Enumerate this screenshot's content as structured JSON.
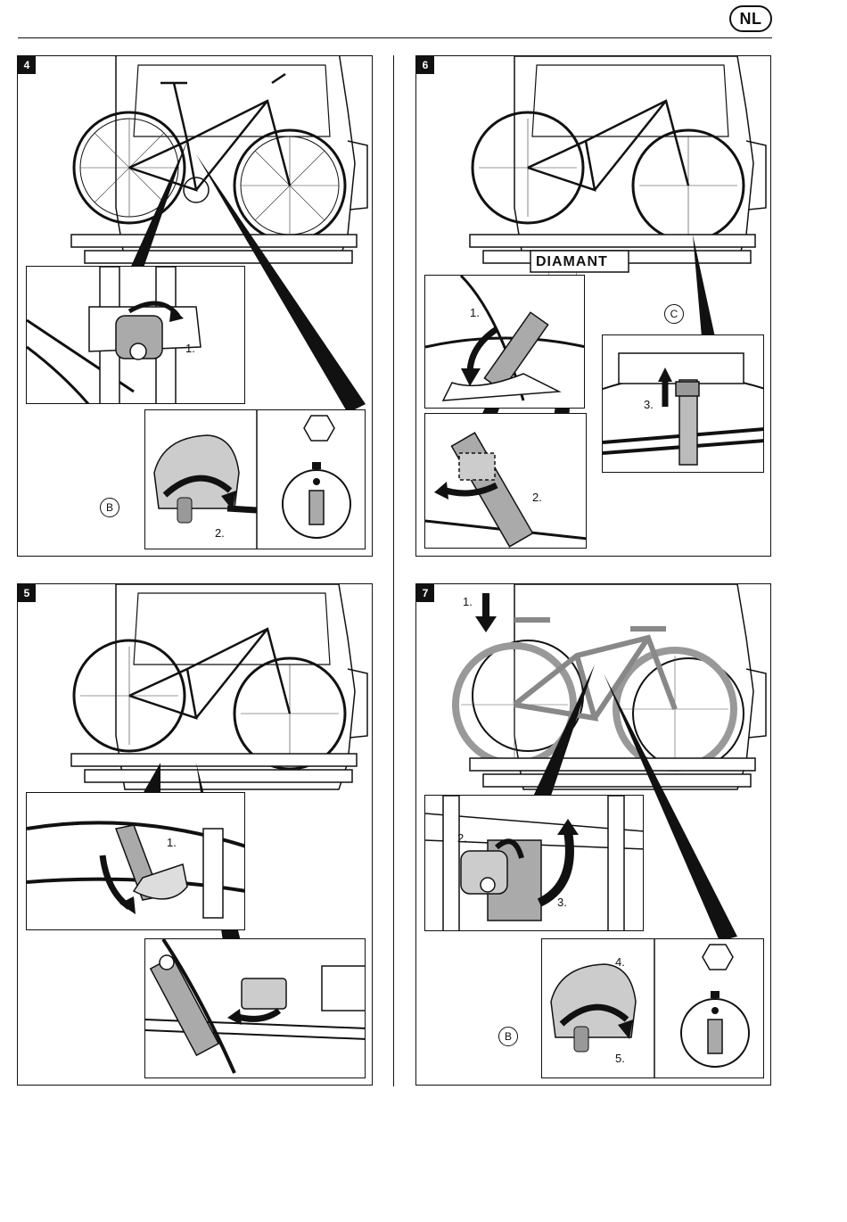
{
  "page": {
    "language_badge": "NL"
  },
  "panels": {
    "p4": {
      "step": "4",
      "inset1_label": "1.",
      "inset2_label": "2.",
      "part_label": "B"
    },
    "p5": {
      "step": "5",
      "inset1_label": "1."
    },
    "p6": {
      "step": "6",
      "brand": "DIAMANT",
      "inset1_label": "1.",
      "inset2_label": "2.",
      "inset3_label": "3.",
      "part_label": "C"
    },
    "p7": {
      "step": "7",
      "arrow_label": "1.",
      "inset1_label_a": "2.",
      "inset1_label_b": "3.",
      "inset2_label_a": "4.",
      "inset2_label_b": "5.",
      "part_label": "B"
    }
  },
  "icons": [
    "car-rear-icon",
    "bicycle-icon",
    "lock-knob-icon",
    "key-icon",
    "strap-icon",
    "padlock-info-icon",
    "arrow-icon"
  ]
}
